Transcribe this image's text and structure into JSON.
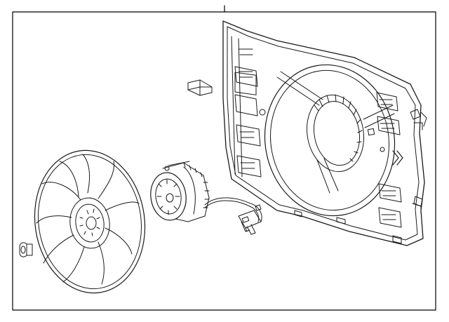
{
  "diagram": {
    "callouts": [
      {
        "number": "1",
        "target": "fan-shroud-assembly"
      }
    ],
    "parts": [
      {
        "id": "fan-shroud",
        "name": "fan-shroud-assembly"
      },
      {
        "id": "fan-blade",
        "name": "fan-blade"
      },
      {
        "id": "fan-motor",
        "name": "fan-motor"
      },
      {
        "id": "wiring-harness",
        "name": "motor-wiring-harness"
      },
      {
        "id": "retainer-clip",
        "name": "retainer-clip"
      },
      {
        "id": "fan-nut",
        "name": "fan-nut"
      }
    ],
    "colors": {
      "line": "#1a1a1a",
      "background": "#ffffff",
      "frame": "#000000"
    }
  }
}
